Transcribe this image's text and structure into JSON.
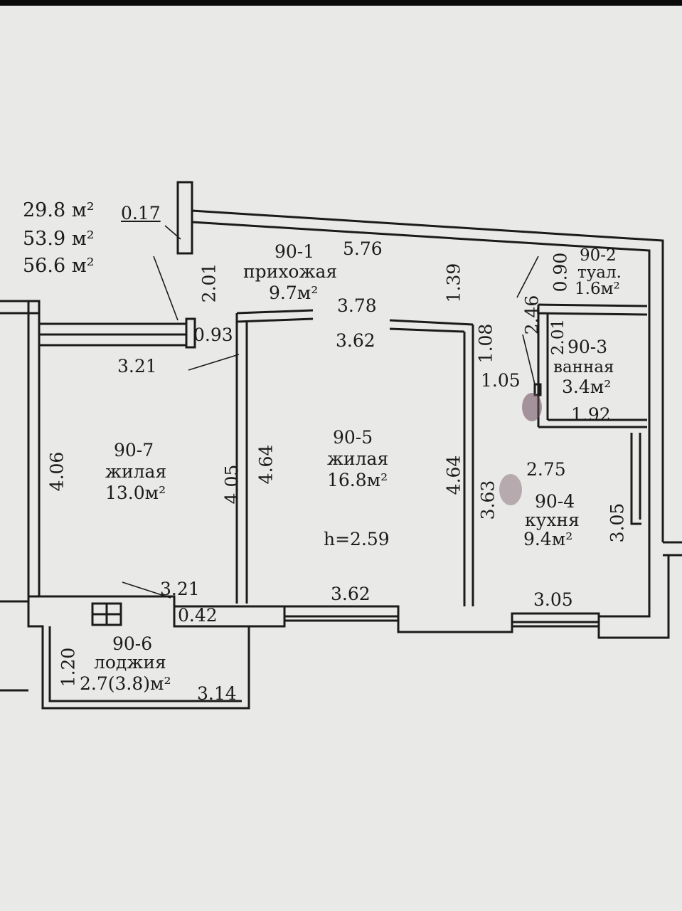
{
  "colors": {
    "paper": "#e9e9e7",
    "ink": "#1b1b1b",
    "stain": "#6a4a5a"
  },
  "summary": [
    "29.8 м²",
    "53.9 м²",
    "56.6 м²"
  ],
  "dims": {
    "d0_17": "0.17",
    "d2_01a": "2.01",
    "d0_93": "0.93",
    "d3_21a": "3.21",
    "d4_06": "4.06",
    "d4_05": "4.05",
    "d4_64a": "4.64",
    "d3_21b": "3.21",
    "d0_42": "0.42",
    "d1_20": "1.20",
    "d3_14": "3.14",
    "d5_76": "5.76",
    "d3_78": "3.78",
    "d3_62a": "3.62",
    "d1_39": "1.39",
    "d1_08": "1.08",
    "d4_64b": "4.64",
    "d3_62b": "3.62",
    "d1_05": "1.05",
    "d3_63": "3.63",
    "d2_46": "2.46",
    "d0_90": "0.90",
    "d2_01b": "2.01",
    "d1_92": "1.92",
    "d2_75": "2.75",
    "d3_05a": "3.05",
    "d3_05b": "3.05"
  },
  "rooms": {
    "r901": {
      "code": "90-1",
      "name": "прихожая",
      "area": "9.7м²"
    },
    "r902": {
      "code": "90-2",
      "name": "туал.",
      "area": "1.6м²"
    },
    "r903": {
      "code": "90-3",
      "name": "ванная",
      "area": "3.4м²"
    },
    "r904": {
      "code": "90-4",
      "name": "кухня",
      "area": "9.4м²"
    },
    "r905": {
      "code": "90-5",
      "name": "жилая",
      "area": "16.8м²"
    },
    "r906": {
      "code": "90-6",
      "name": "лоджия",
      "area": "2.7(3.8)м²"
    },
    "r907": {
      "code": "90-7",
      "name": "жилая",
      "area": "13.0м²"
    }
  },
  "height": "h=2.59"
}
